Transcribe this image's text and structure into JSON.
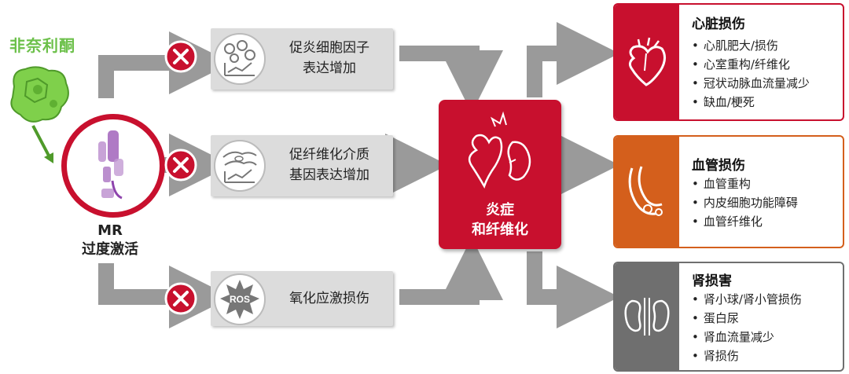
{
  "drug": {
    "name": "非奈利酮"
  },
  "receptor": {
    "line1": "MR",
    "line2": "过度激活"
  },
  "pathways": [
    {
      "line1": "促炎细胞因子",
      "line2": "表达增加",
      "icon": "cytokine-chart-icon"
    },
    {
      "line1": "促纤维化介质",
      "line2": "基因表达增加",
      "icon": "fibroblast-chart-icon"
    },
    {
      "line1": "氧化应激损伤",
      "line2": "",
      "icon": "ros-icon",
      "icon_text": "ROS"
    }
  ],
  "center": {
    "line1": "炎症",
    "line2": "和纤维化"
  },
  "outcomes": [
    {
      "title": "心脏损伤",
      "items": [
        "心肌肥大/损伤",
        "心室重构/纤维化",
        "冠状动脉血流量减少",
        "缺血/梗死"
      ],
      "color": "#c8102e",
      "icon": "heart-icon"
    },
    {
      "title": "血管损伤",
      "items": [
        "血管重构",
        "内皮细胞功能障碍",
        "血管纤维化"
      ],
      "color": "#d45f1c",
      "icon": "blood-vessel-icon"
    },
    {
      "title": "肾损害",
      "items": [
        "肾小球/肾小管损伤",
        "蛋白尿",
        "肾血流量减少",
        "肾损伤"
      ],
      "color": "#6f6f6f",
      "icon": "kidney-icon"
    }
  ],
  "colors": {
    "block_mark": "#c8102e",
    "arrow": "#9a9a9a",
    "drug_green": "#6cc04a",
    "receptor_ring": "#c8102e"
  }
}
